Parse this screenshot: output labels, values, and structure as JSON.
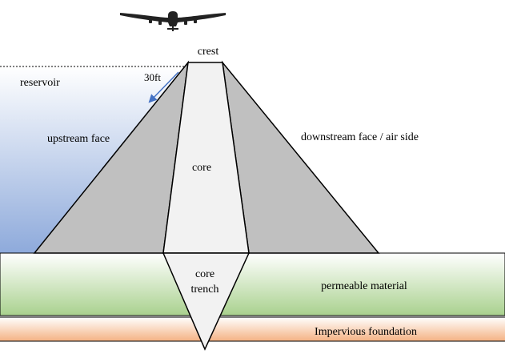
{
  "labels": {
    "crest": "crest",
    "reservoir": "reservoir",
    "slope_note": "30ft",
    "upstream_face": "upstream face",
    "downstream_face": "downstream face / air side",
    "core": "core",
    "core_trench_line1": "core",
    "core_trench_line2": "trench",
    "permeable_material": "permeable material",
    "impervious_foundation": "Impervious foundation"
  },
  "colors": {
    "reservoir_top": "#ffffff",
    "reservoir_bottom": "#8eaadb",
    "shell": "#c0c0c0",
    "core": "#f2f2f2",
    "permeable_top": "#ffffff",
    "permeable_bottom": "#a9d18e",
    "impervious_top": "#ffffff",
    "impervious_bottom": "#f4b183",
    "arrow": "#4472c4",
    "outline": "#000000"
  },
  "icons": {
    "aircraft": "airplane-icon"
  }
}
